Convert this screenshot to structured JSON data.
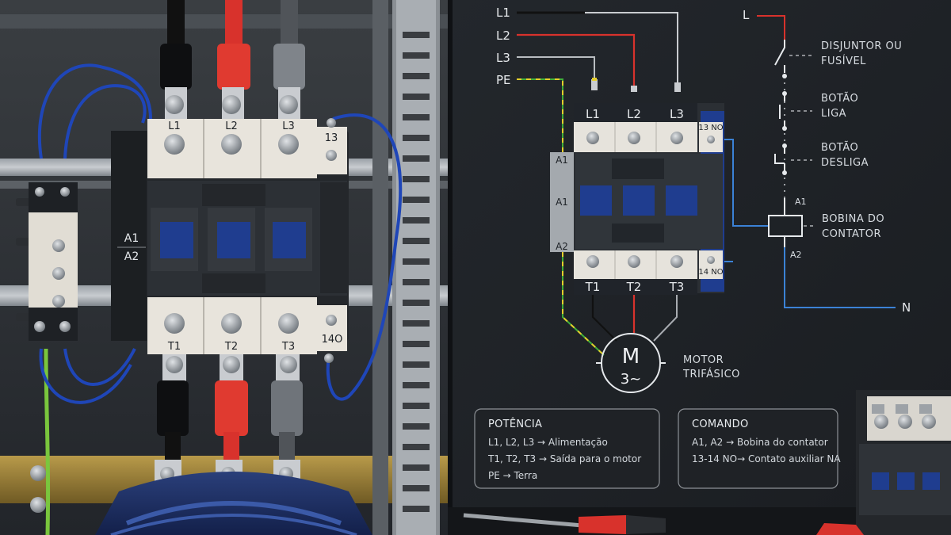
{
  "line_labels": [
    "L1",
    "L2",
    "L3",
    "PE"
  ],
  "photo": {
    "top_terminals": [
      "L1",
      "L2",
      "L3",
      "13"
    ],
    "bottom_terminals": [
      "T1",
      "T2",
      "T3",
      "14O"
    ],
    "coil_labels": [
      "A1",
      "A2"
    ]
  },
  "diagram_contactor": {
    "top_terminals": [
      "L1",
      "L2",
      "L3",
      "13 NO"
    ],
    "bottom_terminals": [
      "T1",
      "T2",
      "T3",
      "14 NO"
    ],
    "coil_labels": [
      "A1",
      "A1",
      "A2"
    ]
  },
  "motor": {
    "symbol": "M",
    "phase": "3~",
    "caption": [
      "MOTOR",
      "TRIFÁSICO"
    ]
  },
  "control": {
    "supply_top": "L",
    "supply_bottom": "N",
    "components": [
      {
        "lines": [
          "DISJUNTOR OU",
          "FUSÍVEL"
        ]
      },
      {
        "lines": [
          "BOTÃO",
          "LIGA"
        ]
      },
      {
        "lines": [
          "BOTÃO",
          "DESLIGA"
        ]
      },
      {
        "lines": [
          "BOBINA DO",
          "CONTATOR"
        ]
      }
    ],
    "coil_top": "A1",
    "coil_bottom": "A2"
  },
  "legend_power": {
    "title": "POTÊNCIA",
    "lines": [
      "L1, L2, L3 → Alimentação",
      "T1, T2, T3 → Saída para o motor",
      "PE → Terra"
    ]
  },
  "legend_control": {
    "title": "COMANDO",
    "lines": [
      "A1, A2 → Bobina do contator",
      "13-14 NO→ Contato auxiliar NA"
    ]
  },
  "colors": {
    "L1": "#111111",
    "L2": "#d8322c",
    "L3": "#9a9ea3",
    "PE_green": "#3fae3a",
    "PE_yellow": "#e6cf2c",
    "control_wire": "#3b82d6",
    "contactor_blue": "#1f3d8f"
  }
}
